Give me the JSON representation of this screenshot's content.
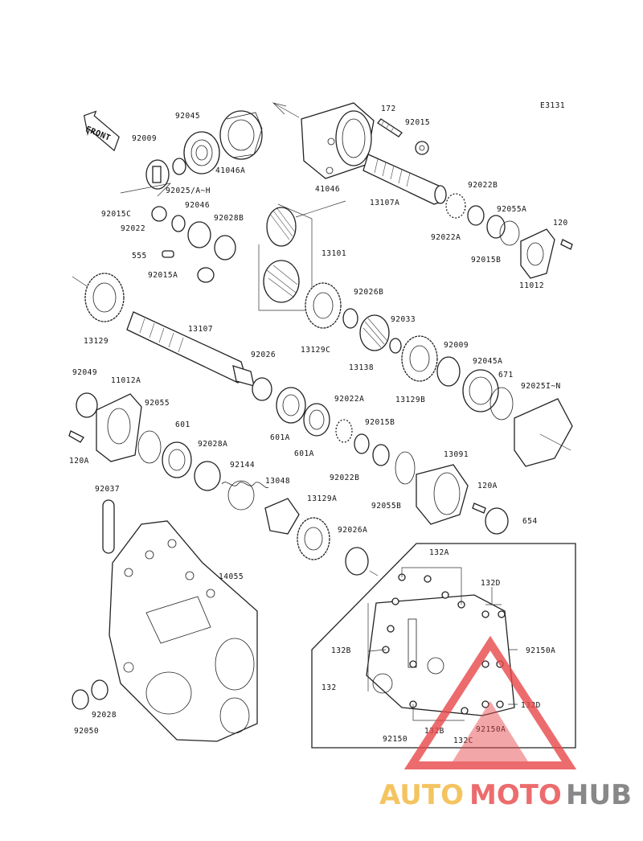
{
  "diagram": {
    "code": "E3131",
    "front_label": "FRONT",
    "labels": [
      {
        "id": "92045",
        "text": "92045"
      },
      {
        "id": "92009a",
        "text": "92009"
      },
      {
        "id": "41046a",
        "text": "41046A"
      },
      {
        "id": "92025",
        "text": "92025/A~H"
      },
      {
        "id": "41046",
        "text": "41046"
      },
      {
        "id": "172",
        "text": "172"
      },
      {
        "id": "92015",
        "text": "92015"
      },
      {
        "id": "13107a",
        "text": "13107A"
      },
      {
        "id": "92022b_top",
        "text": "92022B"
      },
      {
        "id": "92055a",
        "text": "92055A"
      },
      {
        "id": "120",
        "text": "120"
      },
      {
        "id": "92022a_top",
        "text": "92022A"
      },
      {
        "id": "92015b_top",
        "text": "92015B"
      },
      {
        "id": "11012",
        "text": "11012"
      },
      {
        "id": "92015c",
        "text": "92015C"
      },
      {
        "id": "92046",
        "text": "92046"
      },
      {
        "id": "92022",
        "text": "92022"
      },
      {
        "id": "92028b",
        "text": "92028B"
      },
      {
        "id": "13101",
        "text": "13101"
      },
      {
        "id": "555",
        "text": "555"
      },
      {
        "id": "92015a",
        "text": "92015A"
      },
      {
        "id": "92026b",
        "text": "92026B"
      },
      {
        "id": "92033",
        "text": "92033"
      },
      {
        "id": "13129",
        "text": "13129"
      },
      {
        "id": "13107",
        "text": "13107"
      },
      {
        "id": "13129c",
        "text": "13129C"
      },
      {
        "id": "13138",
        "text": "13138"
      },
      {
        "id": "92009b",
        "text": "92009"
      },
      {
        "id": "92045a",
        "text": "92045A"
      },
      {
        "id": "671",
        "text": "671"
      },
      {
        "id": "92026",
        "text": "92026"
      },
      {
        "id": "13129b",
        "text": "13129B"
      },
      {
        "id": "92025i",
        "text": "92025I~N"
      },
      {
        "id": "92049",
        "text": "92049"
      },
      {
        "id": "11012a",
        "text": "11012A"
      },
      {
        "id": "92055",
        "text": "92055"
      },
      {
        "id": "601a_1",
        "text": "601A"
      },
      {
        "id": "92022a_mid",
        "text": "92022A"
      },
      {
        "id": "92015b_mid",
        "text": "92015B"
      },
      {
        "id": "601",
        "text": "601"
      },
      {
        "id": "601a_2",
        "text": "601A"
      },
      {
        "id": "13091",
        "text": "13091"
      },
      {
        "id": "120a_left",
        "text": "120A"
      },
      {
        "id": "92028a",
        "text": "92028A"
      },
      {
        "id": "92022b_mid",
        "text": "92022B"
      },
      {
        "id": "92144",
        "text": "92144"
      },
      {
        "id": "13048",
        "text": "13048"
      },
      {
        "id": "120a_right",
        "text": "120A"
      },
      {
        "id": "92055b",
        "text": "92055B"
      },
      {
        "id": "654",
        "text": "654"
      },
      {
        "id": "92037",
        "text": "92037"
      },
      {
        "id": "13129a",
        "text": "13129A"
      },
      {
        "id": "92026a",
        "text": "92026A"
      },
      {
        "id": "14055",
        "text": "14055"
      },
      {
        "id": "132a",
        "text": "132A"
      },
      {
        "id": "132d_top",
        "text": "132D"
      },
      {
        "id": "132b_left",
        "text": "132B"
      },
      {
        "id": "92150a_top",
        "text": "92150A"
      },
      {
        "id": "132",
        "text": "132"
      },
      {
        "id": "132d_bot",
        "text": "132D"
      },
      {
        "id": "92028",
        "text": "92028"
      },
      {
        "id": "92050",
        "text": "92050"
      },
      {
        "id": "92150",
        "text": "92150"
      },
      {
        "id": "132b_bot",
        "text": "132B"
      },
      {
        "id": "132c",
        "text": "132C"
      },
      {
        "id": "92150a_bot",
        "text": "92150A"
      }
    ]
  },
  "watermark": {
    "part1": "AUTO",
    "part2": "MOTO",
    "part3": "HUB",
    "color_auto": "#f2b63a",
    "color_moto": "#e8484a",
    "color_hub": "#6b6b6b",
    "triangle_color": "#e8484a"
  }
}
